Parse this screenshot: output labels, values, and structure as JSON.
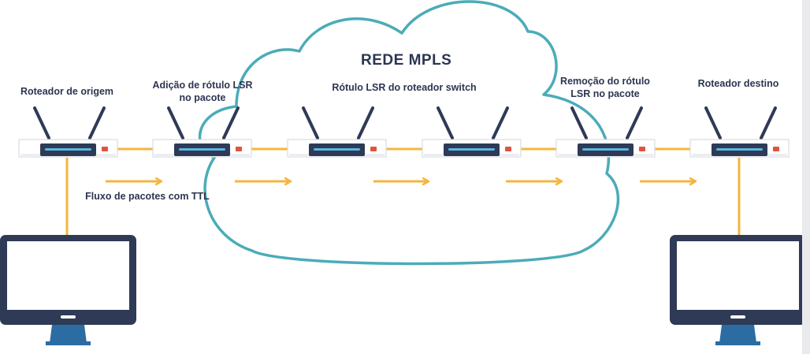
{
  "diagram": {
    "title": "REDE MPLS",
    "labels": {
      "source_router": "Roteador de origem",
      "ingress_lsr": "Adição de rótulo LSR\nno pacote",
      "switch_lsr": "Rótulo LSR do roteador switch",
      "egress_lsr": "Remoção do rótulo\nLSR no pacote",
      "dest_router": "Roteador destino",
      "packet_flow": "Fluxo de pacotes com TTL"
    },
    "colors": {
      "cloud_outline": "#4bacb8",
      "link": "#f4b63f",
      "router_body": "#2e3a56",
      "router_led": "#5ab8e0",
      "router_port": "#e0533f",
      "text": "#2d3550",
      "monitor": "#2e3a56",
      "monitor_stand": "#2b6ca3"
    },
    "nodes": [
      {
        "id": "router-source",
        "type": "router"
      },
      {
        "id": "router-ingress",
        "type": "router"
      },
      {
        "id": "router-switch-1",
        "type": "router"
      },
      {
        "id": "router-switch-2",
        "type": "router"
      },
      {
        "id": "router-egress",
        "type": "router"
      },
      {
        "id": "router-dest",
        "type": "router"
      },
      {
        "id": "monitor-source",
        "type": "monitor"
      },
      {
        "id": "monitor-dest",
        "type": "monitor"
      }
    ]
  }
}
